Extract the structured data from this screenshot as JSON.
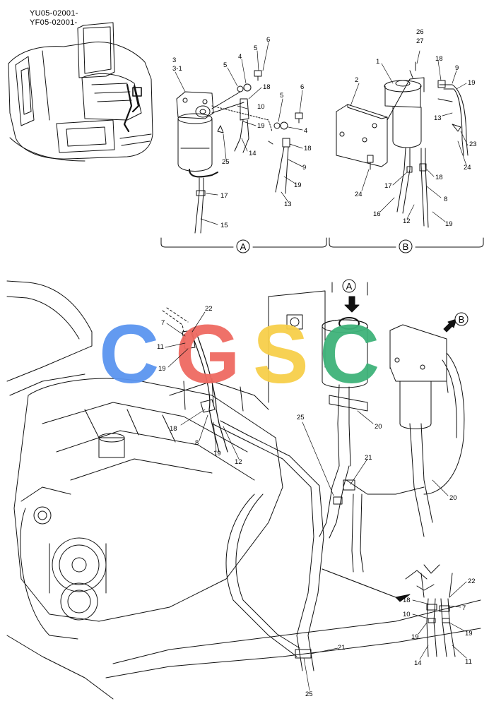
{
  "serials": [
    "YU05-02001-",
    "YF05-02001-"
  ],
  "sections": {
    "a": "A",
    "b": "B"
  },
  "watermark": {
    "letters": [
      "C",
      "G",
      "S",
      "C"
    ],
    "colors": [
      "#5b95f0",
      "#ef6a61",
      "#f7cf4a",
      "#3fb37a"
    ]
  },
  "callouts": {
    "a": [
      "3",
      "3-1",
      "5",
      "4",
      "5",
      "6",
      "18",
      "10",
      "19",
      "14",
      "25",
      "5",
      "6",
      "4",
      "18",
      "9",
      "19",
      "13",
      "17",
      "15"
    ],
    "b": [
      "26",
      "27",
      "1",
      "2",
      "18",
      "9",
      "19",
      "13",
      "23",
      "24",
      "24",
      "17",
      "18",
      "8",
      "16",
      "12",
      "19"
    ],
    "main": [
      "22",
      "7",
      "11",
      "19",
      "18",
      "8",
      "19",
      "12",
      "25",
      "20",
      "21",
      "20",
      "21",
      "25"
    ],
    "inset": [
      "22",
      "18",
      "7",
      "10",
      "19",
      "19",
      "14",
      "11"
    ]
  }
}
